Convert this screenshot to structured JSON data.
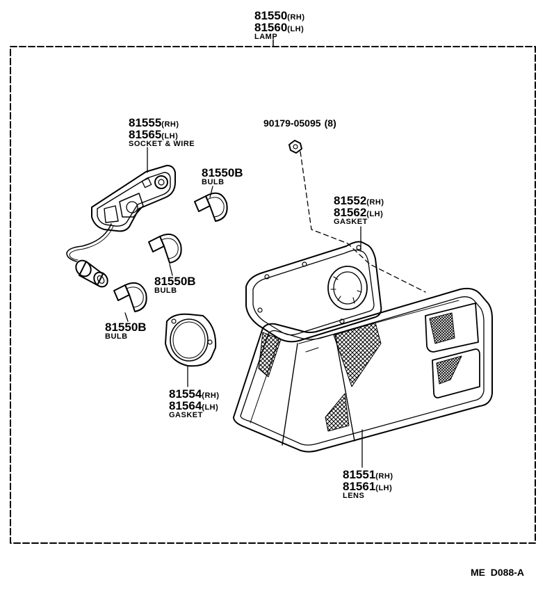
{
  "assembly": {
    "part_rh": "81550",
    "suffix_rh": "(RH)",
    "part_lh": "81560",
    "suffix_lh": "(LH)",
    "name": "LAMP"
  },
  "socket_wire": {
    "part_rh": "81555",
    "suffix_rh": "(RH)",
    "part_lh": "81565",
    "suffix_lh": "(LH)",
    "name": "SOCKET & WIRE"
  },
  "screw": {
    "part": "90179-05095",
    "qty": "(8)"
  },
  "bulb_top": {
    "part": "81550B",
    "name": "BULB"
  },
  "bulb_middle": {
    "part": "81550B",
    "name": "BULB"
  },
  "bulb_bottom": {
    "part": "81550B",
    "name": "BULB"
  },
  "gasket_housing": {
    "part_rh": "81552",
    "suffix_rh": "(RH)",
    "part_lh": "81562",
    "suffix_lh": "(LH)",
    "name": "GASKET"
  },
  "gasket_socket": {
    "part_rh": "81554",
    "suffix_rh": "(RH)",
    "part_lh": "81564",
    "suffix_lh": "(LH)",
    "name": "GASKET"
  },
  "lens": {
    "part_rh": "81551",
    "suffix_rh": "(RH)",
    "part_lh": "81561",
    "suffix_lh": "(LH)",
    "name": "LENS"
  },
  "reference_code": "ME  D088-A"
}
